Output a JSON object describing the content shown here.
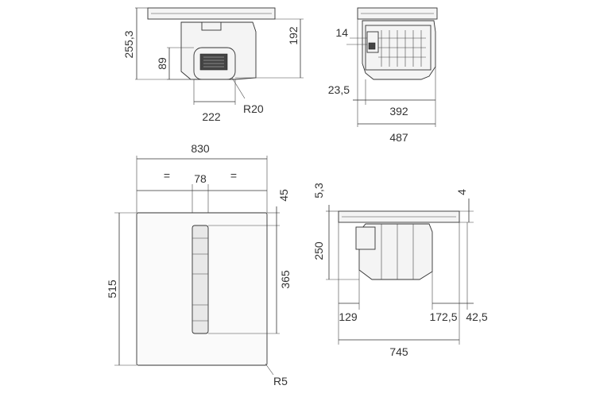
{
  "views": {
    "side_view": {
      "dim_height_total": "255,3",
      "dim_height_motor": "192",
      "dim_outlet_height": "89",
      "dim_outlet_width": "222",
      "dim_radius": "R20"
    },
    "front_view": {
      "dim_offset": "14",
      "dim_left": "23,5",
      "dim_width_unit": "392",
      "dim_depth_total": "487"
    },
    "top_view": {
      "dim_width": "830",
      "dim_equal_left": "=",
      "dim_center_width": "78",
      "dim_equal_right": "=",
      "dim_depth": "515",
      "dim_top_offset": "45",
      "dim_vent_length": "365",
      "dim_corner_radius": "R5"
    },
    "section_view": {
      "dim_glass_top": "5,3",
      "dim_glass_thickness": "4",
      "dim_unit_height": "250",
      "dim_left_offset": "129",
      "dim_right_offset": "172,5",
      "dim_edge_offset": "42,5",
      "dim_total_width": "745"
    }
  }
}
